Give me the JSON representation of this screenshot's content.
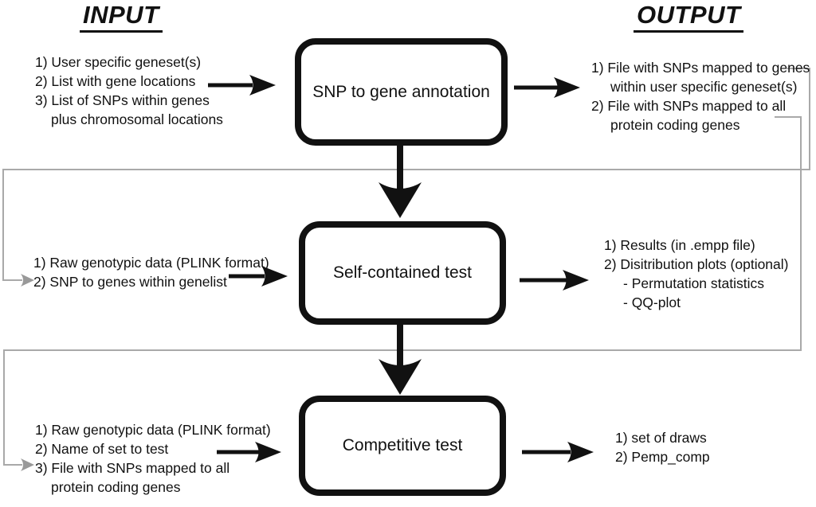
{
  "headings": {
    "input": "INPUT",
    "output": "OUTPUT"
  },
  "boxes": {
    "annotation": "SNP to gene annotation",
    "self_contained": "Self-contained test",
    "competitive": "Competitive test"
  },
  "input_blocks": {
    "stage1": [
      "1) User specific geneset(s)",
      "2) List with gene locations",
      "3) List of SNPs within genes",
      "plus chromosomal locations"
    ],
    "stage2": [
      "1) Raw genotypic data (PLINK format)",
      "2) SNP to genes within genelist"
    ],
    "stage3": [
      "1) Raw genotypic data (PLINK format)",
      "2) Name of set to test",
      "3) File with SNPs mapped to all",
      "protein coding genes"
    ]
  },
  "output_blocks": {
    "stage1": [
      "1) File with SNPs mapped to genes",
      "within user specific geneset(s)",
      "2) File with SNPs mapped to all",
      "protein coding genes"
    ],
    "stage2": [
      "1) Results (in .empp file)",
      "2) Disitribution plots (optional)",
      "- Permutation statistics",
      "- QQ-plot"
    ],
    "stage3": [
      "1) set of draws",
      "2) Pemp_comp"
    ]
  },
  "colors": {
    "ink": "#111111",
    "feedback_line": "#a9a9a9",
    "feedback_arrowhead": "#999999",
    "background": "#ffffff"
  }
}
